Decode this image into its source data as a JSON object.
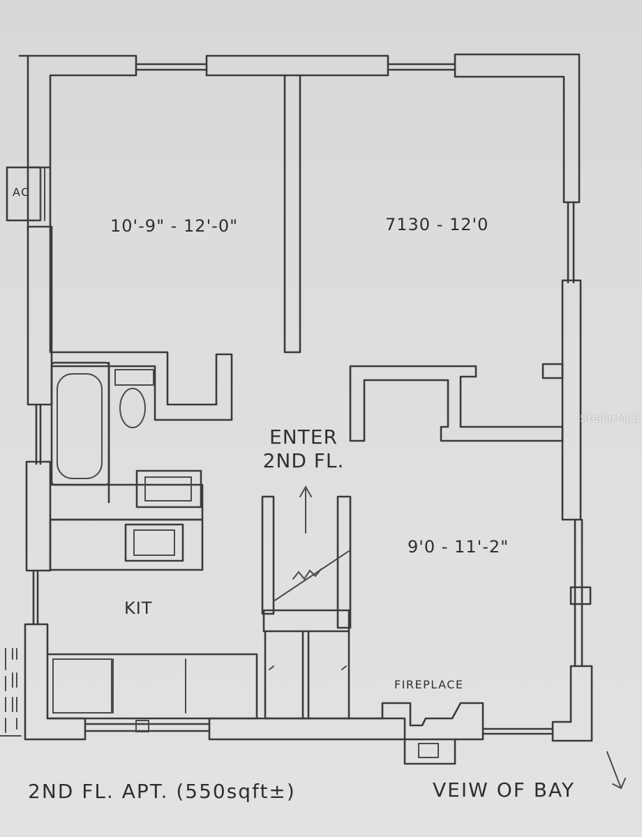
{
  "labels": {
    "bedroom1_dims": "10'-9\" - 12'-0\"",
    "bedroom2_dims": "7130 - 12'0",
    "living_dims": "9'0 - 11'-2\"",
    "ac": "AC",
    "kitchen": "KIT",
    "enter_line1": "ENTER",
    "enter_line2": "2ND FL.",
    "fireplace": "FIREPLACE"
  },
  "caption": {
    "left": "2ND FL. APT. (550sqft±)",
    "right": "VEIW OF BAY"
  },
  "watermark": "StellarMLS",
  "colors": {
    "paper": "#dcdcda",
    "ink": "#3a3a3a",
    "watermark": "#f4f4f4"
  }
}
